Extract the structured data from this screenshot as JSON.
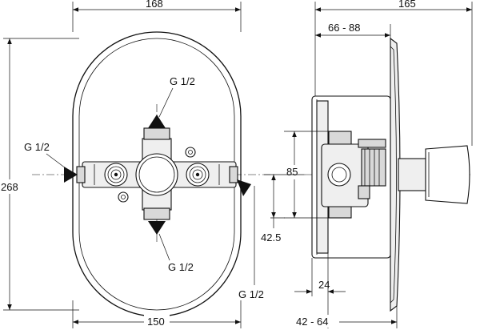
{
  "front_view": {
    "width_top": "168",
    "height_left": "268",
    "width_bottom": "150",
    "port_top": "G 1/2",
    "port_left": "G 1/2",
    "port_bottom": "G 1/2",
    "port_right": "G 1/2",
    "offset_85": "85",
    "offset_42_5": "42.5"
  },
  "side_view": {
    "depth_total": "165",
    "range_66_88": "66 - 88",
    "width_24": "24",
    "range_42_64": "42 - 64"
  }
}
